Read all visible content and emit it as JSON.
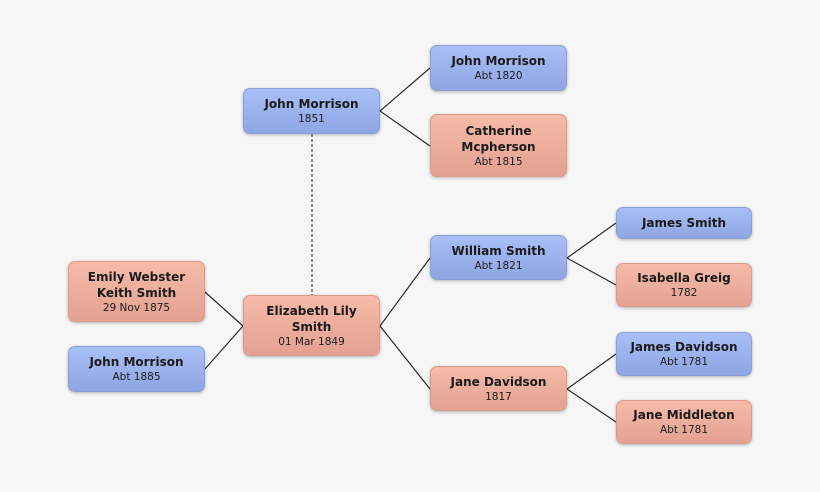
{
  "diagram": {
    "type": "family-tree",
    "colors": {
      "male": "#9db3ef",
      "female": "#efb0a0",
      "background": "#f6f6f6",
      "line": "#222222"
    },
    "people": {
      "spouse_emily": {
        "name": "Emily Webster Keith Smith",
        "name_lines": [
          "Emily Webster",
          "Keith Smith"
        ],
        "date": "29 Nov 1875",
        "sex": "female"
      },
      "spouse_john": {
        "name": "John Morrison",
        "name_lines": [
          "John Morrison"
        ],
        "date": "Abt 1885",
        "sex": "male"
      },
      "husband_john": {
        "name": "John Morrison",
        "name_lines": [
          "John Morrison"
        ],
        "date": "1851",
        "sex": "male"
      },
      "root_elizabeth": {
        "name": "Elizabeth Lily Smith",
        "name_lines": [
          "Elizabeth Lily",
          "Smith"
        ],
        "date": "01 Mar 1849",
        "sex": "female"
      },
      "husband_father": {
        "name": "John Morrison",
        "name_lines": [
          "John Morrison"
        ],
        "date": "Abt 1820",
        "sex": "male"
      },
      "husband_mother": {
        "name": "Catherine Mcpherson",
        "name_lines": [
          "Catherine",
          "Mcpherson"
        ],
        "date": "Abt 1815",
        "sex": "female"
      },
      "father": {
        "name": "William Smith",
        "name_lines": [
          "William Smith"
        ],
        "date": "Abt 1821",
        "sex": "male"
      },
      "mother": {
        "name": "Jane Davidson",
        "name_lines": [
          "Jane Davidson"
        ],
        "date": "1817",
        "sex": "female"
      },
      "pat_grandfather": {
        "name": "James Smith",
        "name_lines": [
          "James Smith"
        ],
        "date": "",
        "sex": "male"
      },
      "pat_grandmother": {
        "name": "Isabella Greig",
        "name_lines": [
          "Isabella Greig"
        ],
        "date": "1782",
        "sex": "female"
      },
      "mat_grandfather": {
        "name": "James Davidson",
        "name_lines": [
          "James Davidson"
        ],
        "date": "Abt 1781",
        "sex": "male"
      },
      "mat_grandmother": {
        "name": "Jane Middleton",
        "name_lines": [
          "Jane Middleton"
        ],
        "date": "Abt 1781",
        "sex": "female"
      }
    }
  }
}
